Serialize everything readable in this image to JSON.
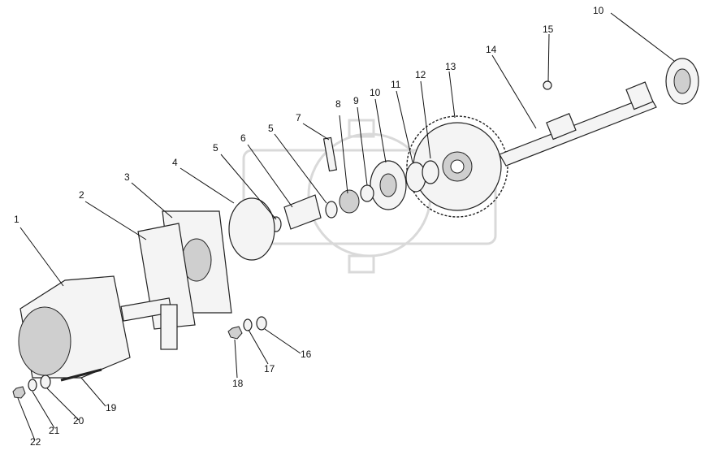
{
  "diagram": {
    "callouts": [
      {
        "id": "c1",
        "label": "1"
      },
      {
        "id": "c2",
        "label": "2"
      },
      {
        "id": "c3",
        "label": "3"
      },
      {
        "id": "c4",
        "label": "4"
      },
      {
        "id": "c5a",
        "label": "5"
      },
      {
        "id": "c5b",
        "label": "5"
      },
      {
        "id": "c6",
        "label": "6"
      },
      {
        "id": "c7",
        "label": "7"
      },
      {
        "id": "c8",
        "label": "8"
      },
      {
        "id": "c9",
        "label": "9"
      },
      {
        "id": "c10a",
        "label": "10"
      },
      {
        "id": "c10b",
        "label": "10"
      },
      {
        "id": "c11",
        "label": "11"
      },
      {
        "id": "c12",
        "label": "12"
      },
      {
        "id": "c13",
        "label": "13"
      },
      {
        "id": "c14",
        "label": "14"
      },
      {
        "id": "c15",
        "label": "15"
      },
      {
        "id": "c16",
        "label": "16"
      },
      {
        "id": "c17",
        "label": "17"
      },
      {
        "id": "c18",
        "label": "18"
      },
      {
        "id": "c19",
        "label": "19"
      },
      {
        "id": "c20",
        "label": "20"
      },
      {
        "id": "c21",
        "label": "21"
      },
      {
        "id": "c22",
        "label": "22"
      }
    ]
  }
}
